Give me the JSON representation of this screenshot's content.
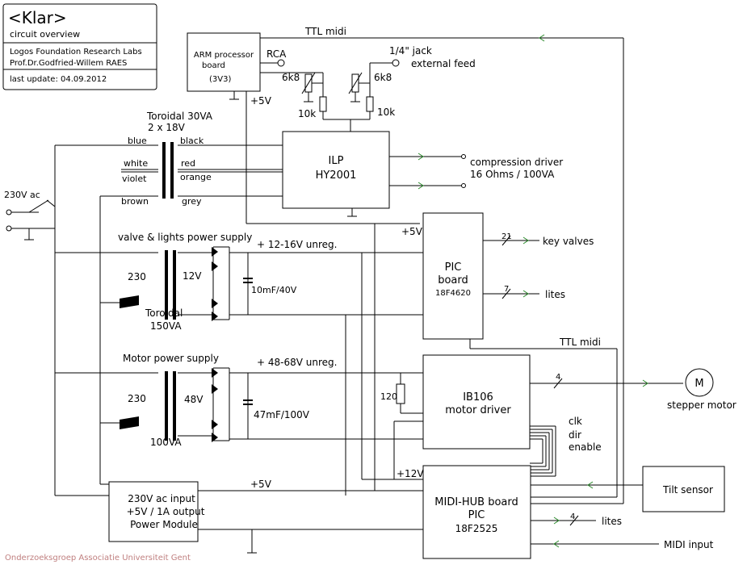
{
  "title_block": {
    "title": "<Klar>",
    "subtitle": "circuit overview",
    "org": "Logos Foundation Research Labs",
    "author": "Prof.Dr.Godfried-Willem RAES",
    "update": "last update:  04.09.2012"
  },
  "footer": "Onderzoeksgroep Associatie Universiteit Gent",
  "arm": {
    "line1": "ARM processor",
    "line2": "board",
    "line3": "(3V3)",
    "v5": "+5V"
  },
  "inputs": {
    "rca": "RCA",
    "jack1": "1/4\" jack",
    "jack2": "external feed",
    "pot1": "6k8",
    "pot2": "6k8",
    "res1": "10k",
    "res2": "10k"
  },
  "ttl_top": "TTL midi",
  "ttl_mid": "TTL midi",
  "toroid30": {
    "line1": "Toroidal  30VA",
    "line2": "2 x 18V",
    "blue": "blue",
    "white": "white",
    "violet": "violet",
    "brown": "brown",
    "black": "black",
    "red": "red",
    "orange": "orange",
    "grey": "grey"
  },
  "ilp": {
    "line1": "ILP",
    "line2": "HY2001"
  },
  "speaker": {
    "line1": "compression driver",
    "line2": "16 Ohms / 100VA"
  },
  "mains": "230V ac",
  "psu1": {
    "title": "valve & lights power supply",
    "out": "+ 12-16V  unreg.",
    "primary": "230",
    "secondary": "12V",
    "cap": "10mF/40V",
    "name1": "Toroidal",
    "name2": "150VA"
  },
  "psu2": {
    "title": "Motor power supply",
    "out": "+ 48-68V  unreg.",
    "primary": "230",
    "secondary": "48V",
    "cap": "47mF/100V",
    "name": "100VA"
  },
  "pic": {
    "v5": "+5V",
    "line1": "PIC",
    "line2": "board",
    "line3": "18F4620"
  },
  "valves": {
    "count": "21",
    "label": "key valves"
  },
  "lites1": {
    "count": "7",
    "label": "lites"
  },
  "ib106": {
    "line1": "IB106",
    "line2": "motor driver",
    "res": "120"
  },
  "stepper": {
    "count": "4",
    "symbol": "M",
    "label": "stepper motor"
  },
  "signals": {
    "clk": "clk",
    "dir": "dir",
    "enable": "enable"
  },
  "hub": {
    "v12": "+12V",
    "line1": "MIDI-HUB board",
    "line2": "PIC",
    "line3": "18F2525"
  },
  "tilt": "Tilt sensor",
  "lites2": {
    "count": "4",
    "label": "lites"
  },
  "midi_in": "MIDI input",
  "power_module": {
    "line1": "230V ac input",
    "line2": "+5V / 1A output",
    "line3": "Power Module",
    "v5": "+5V"
  }
}
